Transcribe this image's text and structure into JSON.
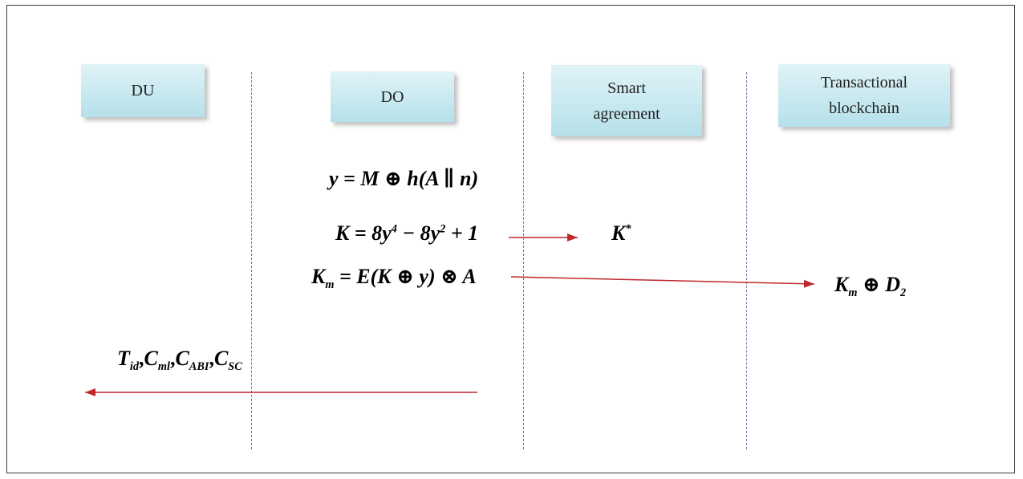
{
  "actors": {
    "du": "DU",
    "do": "DO",
    "smart": "Smart\nagreement",
    "chain": "Transactional\nblockchain"
  },
  "equations": {
    "y_def": {
      "lhs": "y",
      "rhs": "= M ⊕ h(A ∥ n)"
    },
    "k_def": {
      "lhs": "K",
      "rhs": "= 8y",
      "e1": "4",
      "mid": " − 8y",
      "e2": "2",
      "tail": " + 1"
    },
    "km_def": {
      "lhs": "K",
      "sub": "m",
      "rhs": "= E(K ⊕ y) ⊗ A"
    },
    "k_star": {
      "base": "K",
      "sup": "*"
    },
    "km_d2": {
      "base": "K",
      "sub": "m",
      "mid": " ⊕ D",
      "sub2": "2"
    },
    "tid": {
      "t": "T",
      "t_sub": "id",
      "c1": "C",
      "c1_sub": "ml",
      "c2": "C",
      "c2_sub": "ABI",
      "c3": "C",
      "c3_sub": "SC"
    }
  },
  "colors": {
    "arrow": "#c0272d",
    "lifeline": "#7a6aa6",
    "actor_fill": "#bfe4ec"
  }
}
